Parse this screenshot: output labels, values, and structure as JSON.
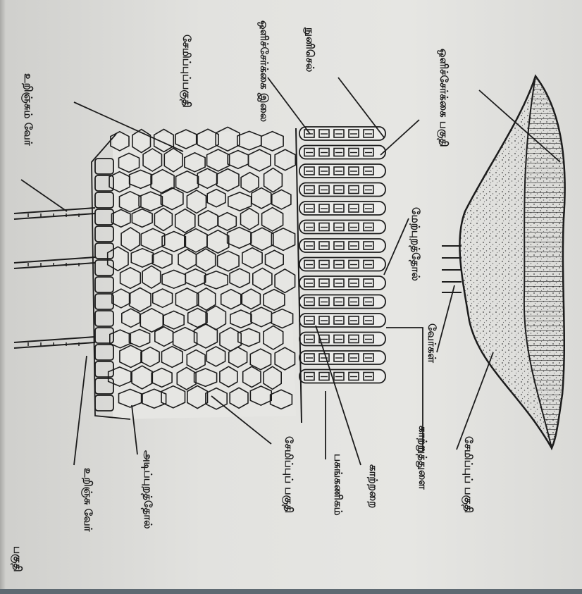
{
  "labels": {
    "sunlight_part_top": "ஒளிச்சேர்க்கை பகுதி",
    "storage_part_top": "சேமிப்புப் பகுதி",
    "veins": "வேர்கள்",
    "lower_epidermis": "மேற்புறத்தோல்",
    "sunlight_part_left": "ஒளிச்சேர்க்கை இலை",
    "photosynthetic_cell": "நுனிசெல்",
    "storage_part_left": "சேமிப்புப்பகுதி",
    "absorbing_root": "உறிஞ்சும் வேர்",
    "air_space": "காற்றுத்துளை",
    "air_cavity": "காற்றறை",
    "chlorophyll": "பசுங்கணிகம்",
    "storage_part_bottom": "சேமிப்புப் பகுதி",
    "lower_skin": "அடிப்புறத்தோல்",
    "root_hair": "உறிஞ்சு வேர்",
    "page_fragment": "பகுதி"
  },
  "colors": {
    "ink": "#1c1c1c",
    "paper": "#e2e2df"
  }
}
